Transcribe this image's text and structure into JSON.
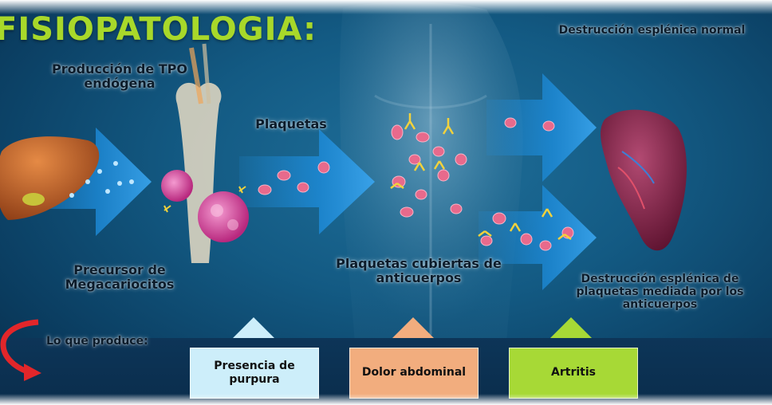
{
  "title": "FISIOPATOLOGIA:",
  "labels": {
    "tpo": "Producción de TPO endógena",
    "plaquetas": "Plaquetas",
    "precursor": "Precursor de Megacariocitos",
    "cubiertas": "Plaquetas cubiertas de anticuerpos",
    "destruccion_normal": "Destrucción esplénica normal",
    "destruccion_mediada": "Destrucción esplénica de plaquetas mediada por los anticuerpos",
    "lo_que_produce": "Lo que produce:"
  },
  "effects": [
    {
      "label": "Presencia de purpura",
      "color": "#cdeefa"
    },
    {
      "label": "Dolor abdominal",
      "color": "#f2ad7e"
    },
    {
      "label": "Artritis",
      "color": "#a7d936"
    }
  ],
  "colors": {
    "title": "#a8d82a",
    "arrow": "#1e8fe0",
    "platelet": "#e86a8c",
    "antibody": "#f2d23c",
    "spleen": "#7a1f3d",
    "liver": "#b9551e"
  },
  "icons": [
    "liver-icon",
    "bone-marrow-icon",
    "megakaryocyte-icon",
    "torso-icon",
    "spleen-icon",
    "curved-arrow-icon"
  ]
}
